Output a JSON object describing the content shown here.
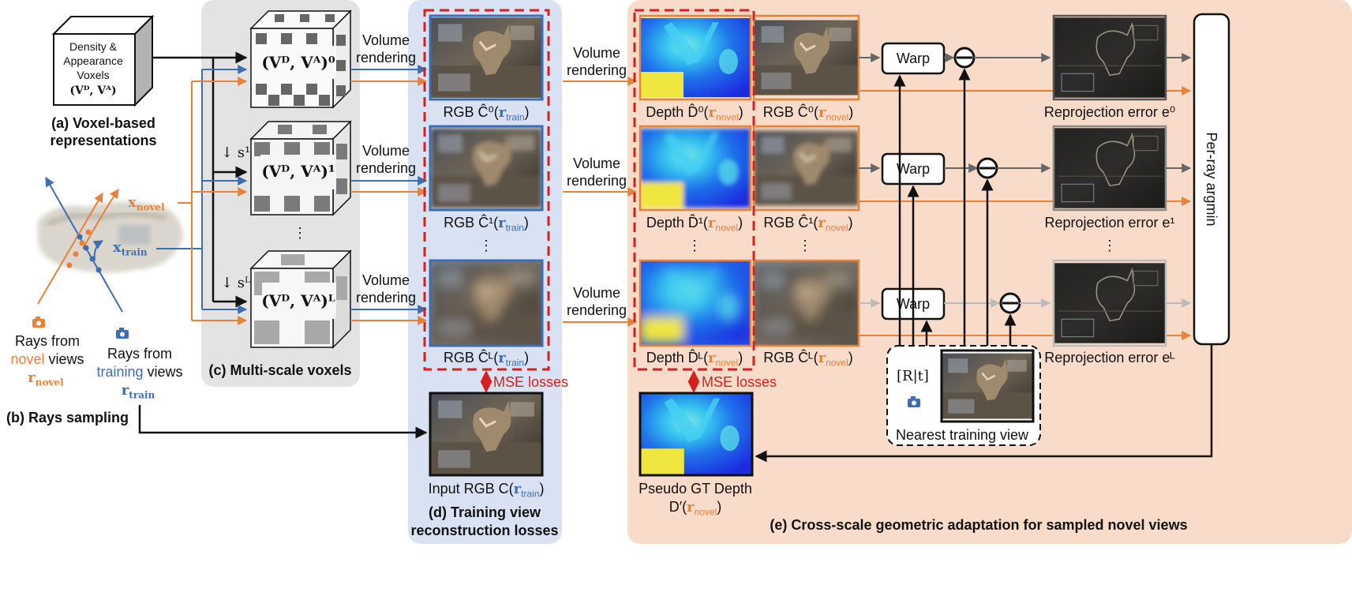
{
  "colors": {
    "blue": "#3d6eb4",
    "orange": "#e8823a",
    "red_dashed": "#d62020",
    "panel_c_bg": "#e3e3e3",
    "panel_d_bg": "#d9e2f2",
    "panel_e_bg": "#f8dcc9"
  },
  "panel_a": {
    "box_line1": "Density &",
    "box_line2": "Appearance",
    "box_line3": "Voxels",
    "box_math": "(Vᴰ, Vᴬ)",
    "caption_line1": "(a) Voxel-based",
    "caption_line2": "representations"
  },
  "panel_b": {
    "x_novel": "x",
    "x_novel_sub": "novel",
    "x_train": "x",
    "x_train_sub": "train",
    "novel_rays_line1": "Rays from",
    "novel_rays_word": "novel",
    "novel_rays_views": "views",
    "r_novel": "r",
    "r_novel_sub": "novel",
    "train_rays_line1": "Rays from",
    "train_rays_word": "training",
    "train_rays_views": "views",
    "r_train": "r",
    "r_train_sub": "train",
    "caption": "(b) Rays sampling"
  },
  "panel_c": {
    "voxel0_label": "(Vᴰ, Vᴬ)⁰",
    "voxel1_label": "(Vᴰ, Vᴬ)¹",
    "voxelL_label": "(Vᴰ, Vᴬ)ᴸ",
    "scale1": "↓ s¹",
    "scaleL": "↓ sᴸ",
    "dots": "⋮",
    "caption": "(c) Multi-scale voxels"
  },
  "volume_rendering": [
    "Volume",
    "rendering"
  ],
  "panel_d": {
    "rgb0": "RGB Ĉ⁰(",
    "rgb1": "RGB Ĉ¹(",
    "rgbL": "RGB Ĉᴸ(",
    "r": "r",
    "r_sub": "train",
    "close": ")",
    "dots": "⋮",
    "mse": "MSE losses",
    "input_rgb": "Input RGB C(",
    "caption_line1": "(d) Training view",
    "caption_line2": "reconstruction losses"
  },
  "panel_e": {
    "depth0": "Depth D̂⁰(",
    "depth1": "Depth D̂¹(",
    "depthL": "Depth D̂ᴸ(",
    "rgb0": "RGB Ĉ⁰(",
    "rgb1": "RGB Ĉ¹(",
    "rgbL": "RGB Ĉᴸ(",
    "r": "r",
    "r_sub": "novel",
    "close": ")",
    "dots": "⋮",
    "warp": "Warp",
    "minus": "−",
    "reproj0": "Reprojection error e⁰",
    "reproj1": "Reprojection error e¹",
    "reprojL": "Reprojection error eᴸ",
    "argmin": "Per-ray argmin",
    "mse": "MSE losses",
    "pose": "[R|t]",
    "nearest": "Nearest training view",
    "pseudo_line1": "Pseudo GT Depth",
    "pseudo_line2": "D′(",
    "caption": "(e) Cross-scale geometric adaptation for sampled novel views"
  },
  "icons": [
    "cube-icon",
    "camera-icon",
    "minus-circle-icon"
  ]
}
